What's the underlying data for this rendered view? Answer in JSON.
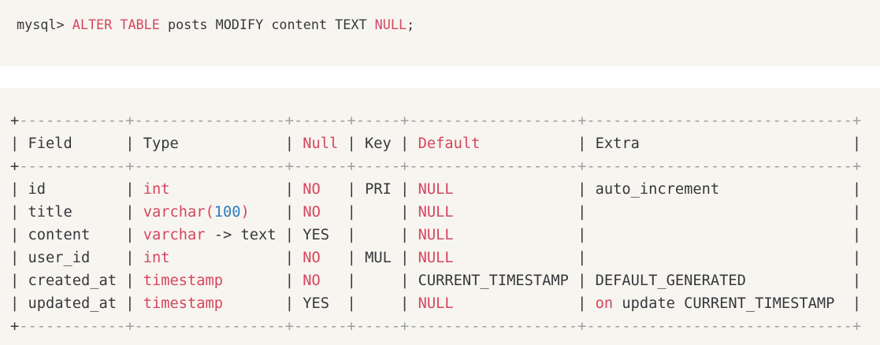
{
  "colors": {
    "d": "#38373c",
    "r": "#d5455e",
    "b": "#2d7bc0",
    "g": "#9f9f9f",
    "panel_background": "#f7f5f0",
    "gap_background": "#ffffff"
  },
  "terminal": {
    "prompt": "mysql>",
    "command_text": "mysql> ALTER TABLE posts MODIFY content TEXT NULL;",
    "command_segments": [
      [
        "mysql> ",
        "d"
      ],
      [
        "ALTER TABLE",
        "r"
      ],
      [
        " posts MODIFY content TEXT ",
        "d"
      ],
      [
        "NULL",
        "r"
      ],
      [
        ";",
        "d"
      ]
    ]
  },
  "schema_table": {
    "columns": [
      "Field",
      "Type",
      "Null",
      "Key",
      "Default",
      "Extra"
    ],
    "rows": [
      [
        "id",
        "int",
        "NO",
        "PRI",
        "NULL",
        "auto_increment"
      ],
      [
        "title",
        "varchar(100)",
        "NO",
        "",
        "NULL",
        ""
      ],
      [
        "content",
        "varchar -> text",
        "YES",
        "",
        "NULL",
        ""
      ],
      [
        "user_id",
        "int",
        "NO",
        "MUL",
        "NULL",
        ""
      ],
      [
        "created_at",
        "timestamp",
        "NO",
        "",
        "CURRENT_TIMESTAMP",
        "DEFAULT_GENERATED"
      ],
      [
        "updated_at",
        "timestamp",
        "YES",
        "",
        "NULL",
        "on update CURRENT_TIMESTAMP"
      ]
    ],
    "lines": [
      [
        [
          "+",
          "d"
        ],
        [
          "------------+-----------------+------+-----+-------------------+------------------------------+",
          "g"
        ]
      ],
      [
        [
          "| Field      | Type            | ",
          "d"
        ],
        [
          "Null",
          "r"
        ],
        [
          " | Key | ",
          "d"
        ],
        [
          "Default",
          "r"
        ],
        [
          "           | Extra                        |",
          "d"
        ]
      ],
      [
        [
          "+",
          "d"
        ],
        [
          "------------+-----------------+------+-----+-------------------+------------------------------+",
          "g"
        ]
      ],
      [
        [
          "| id         | ",
          "d"
        ],
        [
          "int",
          "r"
        ],
        [
          "             | ",
          "d"
        ],
        [
          "NO",
          "r"
        ],
        [
          "   | PRI | ",
          "d"
        ],
        [
          "NULL",
          "r"
        ],
        [
          "              | auto_increment               |",
          "d"
        ]
      ],
      [
        [
          "| title      | ",
          "d"
        ],
        [
          "varchar(",
          "r"
        ],
        [
          "100",
          "b"
        ],
        [
          ")",
          "r"
        ],
        [
          "    | ",
          "d"
        ],
        [
          "NO",
          "r"
        ],
        [
          "   |     | ",
          "d"
        ],
        [
          "NULL",
          "r"
        ],
        [
          "              |                              |",
          "d"
        ]
      ],
      [
        [
          "| content    | ",
          "d"
        ],
        [
          "varchar",
          "r"
        ],
        [
          " -> text | YES  |     | ",
          "d"
        ],
        [
          "NULL",
          "r"
        ],
        [
          "              |                              |",
          "d"
        ]
      ],
      [
        [
          "| user_id    | ",
          "d"
        ],
        [
          "int",
          "r"
        ],
        [
          "             | ",
          "d"
        ],
        [
          "NO",
          "r"
        ],
        [
          "   | MUL | ",
          "d"
        ],
        [
          "NULL",
          "r"
        ],
        [
          "              |                              |",
          "d"
        ]
      ],
      [
        [
          "| created_at | ",
          "d"
        ],
        [
          "timestamp",
          "r"
        ],
        [
          "       | ",
          "d"
        ],
        [
          "NO",
          "r"
        ],
        [
          "   |     | CURRENT_TIMESTAMP | DEFAULT_GENERATED            |",
          "d"
        ]
      ],
      [
        [
          "| updated_at | ",
          "d"
        ],
        [
          "timestamp",
          "r"
        ],
        [
          "       | YES  |     | ",
          "d"
        ],
        [
          "NULL",
          "r"
        ],
        [
          "              | ",
          "d"
        ],
        [
          "on",
          "r"
        ],
        [
          " update CURRENT_TIMESTAMP  |",
          "d"
        ]
      ],
      [
        [
          "+",
          "d"
        ],
        [
          "------------+-----------------+------+-----+-------------------+------------------------------+",
          "g"
        ]
      ]
    ]
  }
}
